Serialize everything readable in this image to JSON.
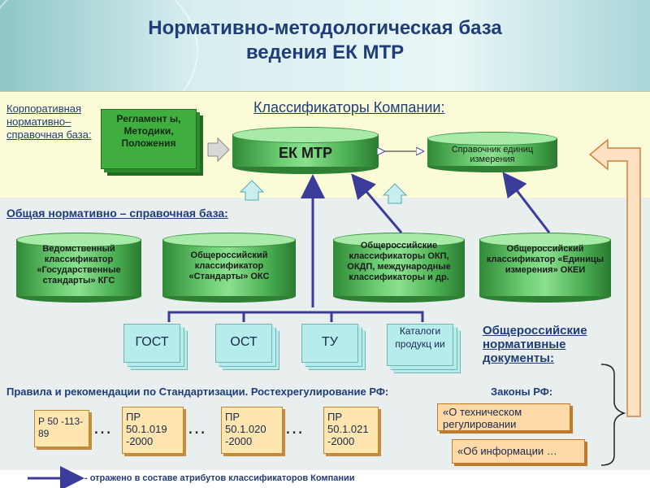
{
  "title": {
    "line1": "Нормативно-методологическая база",
    "line2": "ведения ЕК МТР"
  },
  "corporate": {
    "label": "Корпоративная нормативно– справочная база:"
  },
  "regulation": {
    "text": "Регламент ы, Методики, Положения"
  },
  "classifiers_title": "Классификаторы Компании:",
  "ek_mtr": "ЕК МТР",
  "units_ref": "Справочник единиц измерения",
  "general_label": "Общая нормативно – справочная база:",
  "cylinders": [
    {
      "text": "Ведомственный классификатор «Государственные стандарты» КГС"
    },
    {
      "text": "Общероссийский классификатор «Стандарты» ОКС"
    },
    {
      "text": "Общероссийские классификаторы ОКП, ОКДП, международные классификаторы и др."
    },
    {
      "text": "Общероссийский классификатор «Единицы измерения» ОКЕИ"
    }
  ],
  "docs": [
    {
      "text": "ГОСТ"
    },
    {
      "text": "ОСТ"
    },
    {
      "text": "ТУ"
    },
    {
      "text": "Каталоги продукц ии"
    }
  ],
  "national_docs_label": "Общероссийские нормативные документы:",
  "rules_label": "Правила и рекомендации по Стандартизации. Ростехрегулирование РФ:",
  "laws_label": "Законы РФ:",
  "rules_docs": [
    {
      "text": "Р 50 -113-89"
    },
    {
      "text": "ПР 50.1.019 -2000"
    },
    {
      "text": "ПР 50.1.020 -2000"
    },
    {
      "text": "ПР 50.1.021 -2000"
    }
  ],
  "ellipsis": "…",
  "laws": [
    {
      "text": "«О техническом регулировании"
    },
    {
      "text": "«Об информации …"
    }
  ],
  "legend_text": "- отражено в составе атрибутов классификаторов Компании",
  "colors": {
    "title": "#1f3d78",
    "cylinder": "#5cc462",
    "doc": "#b7ecec",
    "arrow": "#3b3b9a"
  }
}
